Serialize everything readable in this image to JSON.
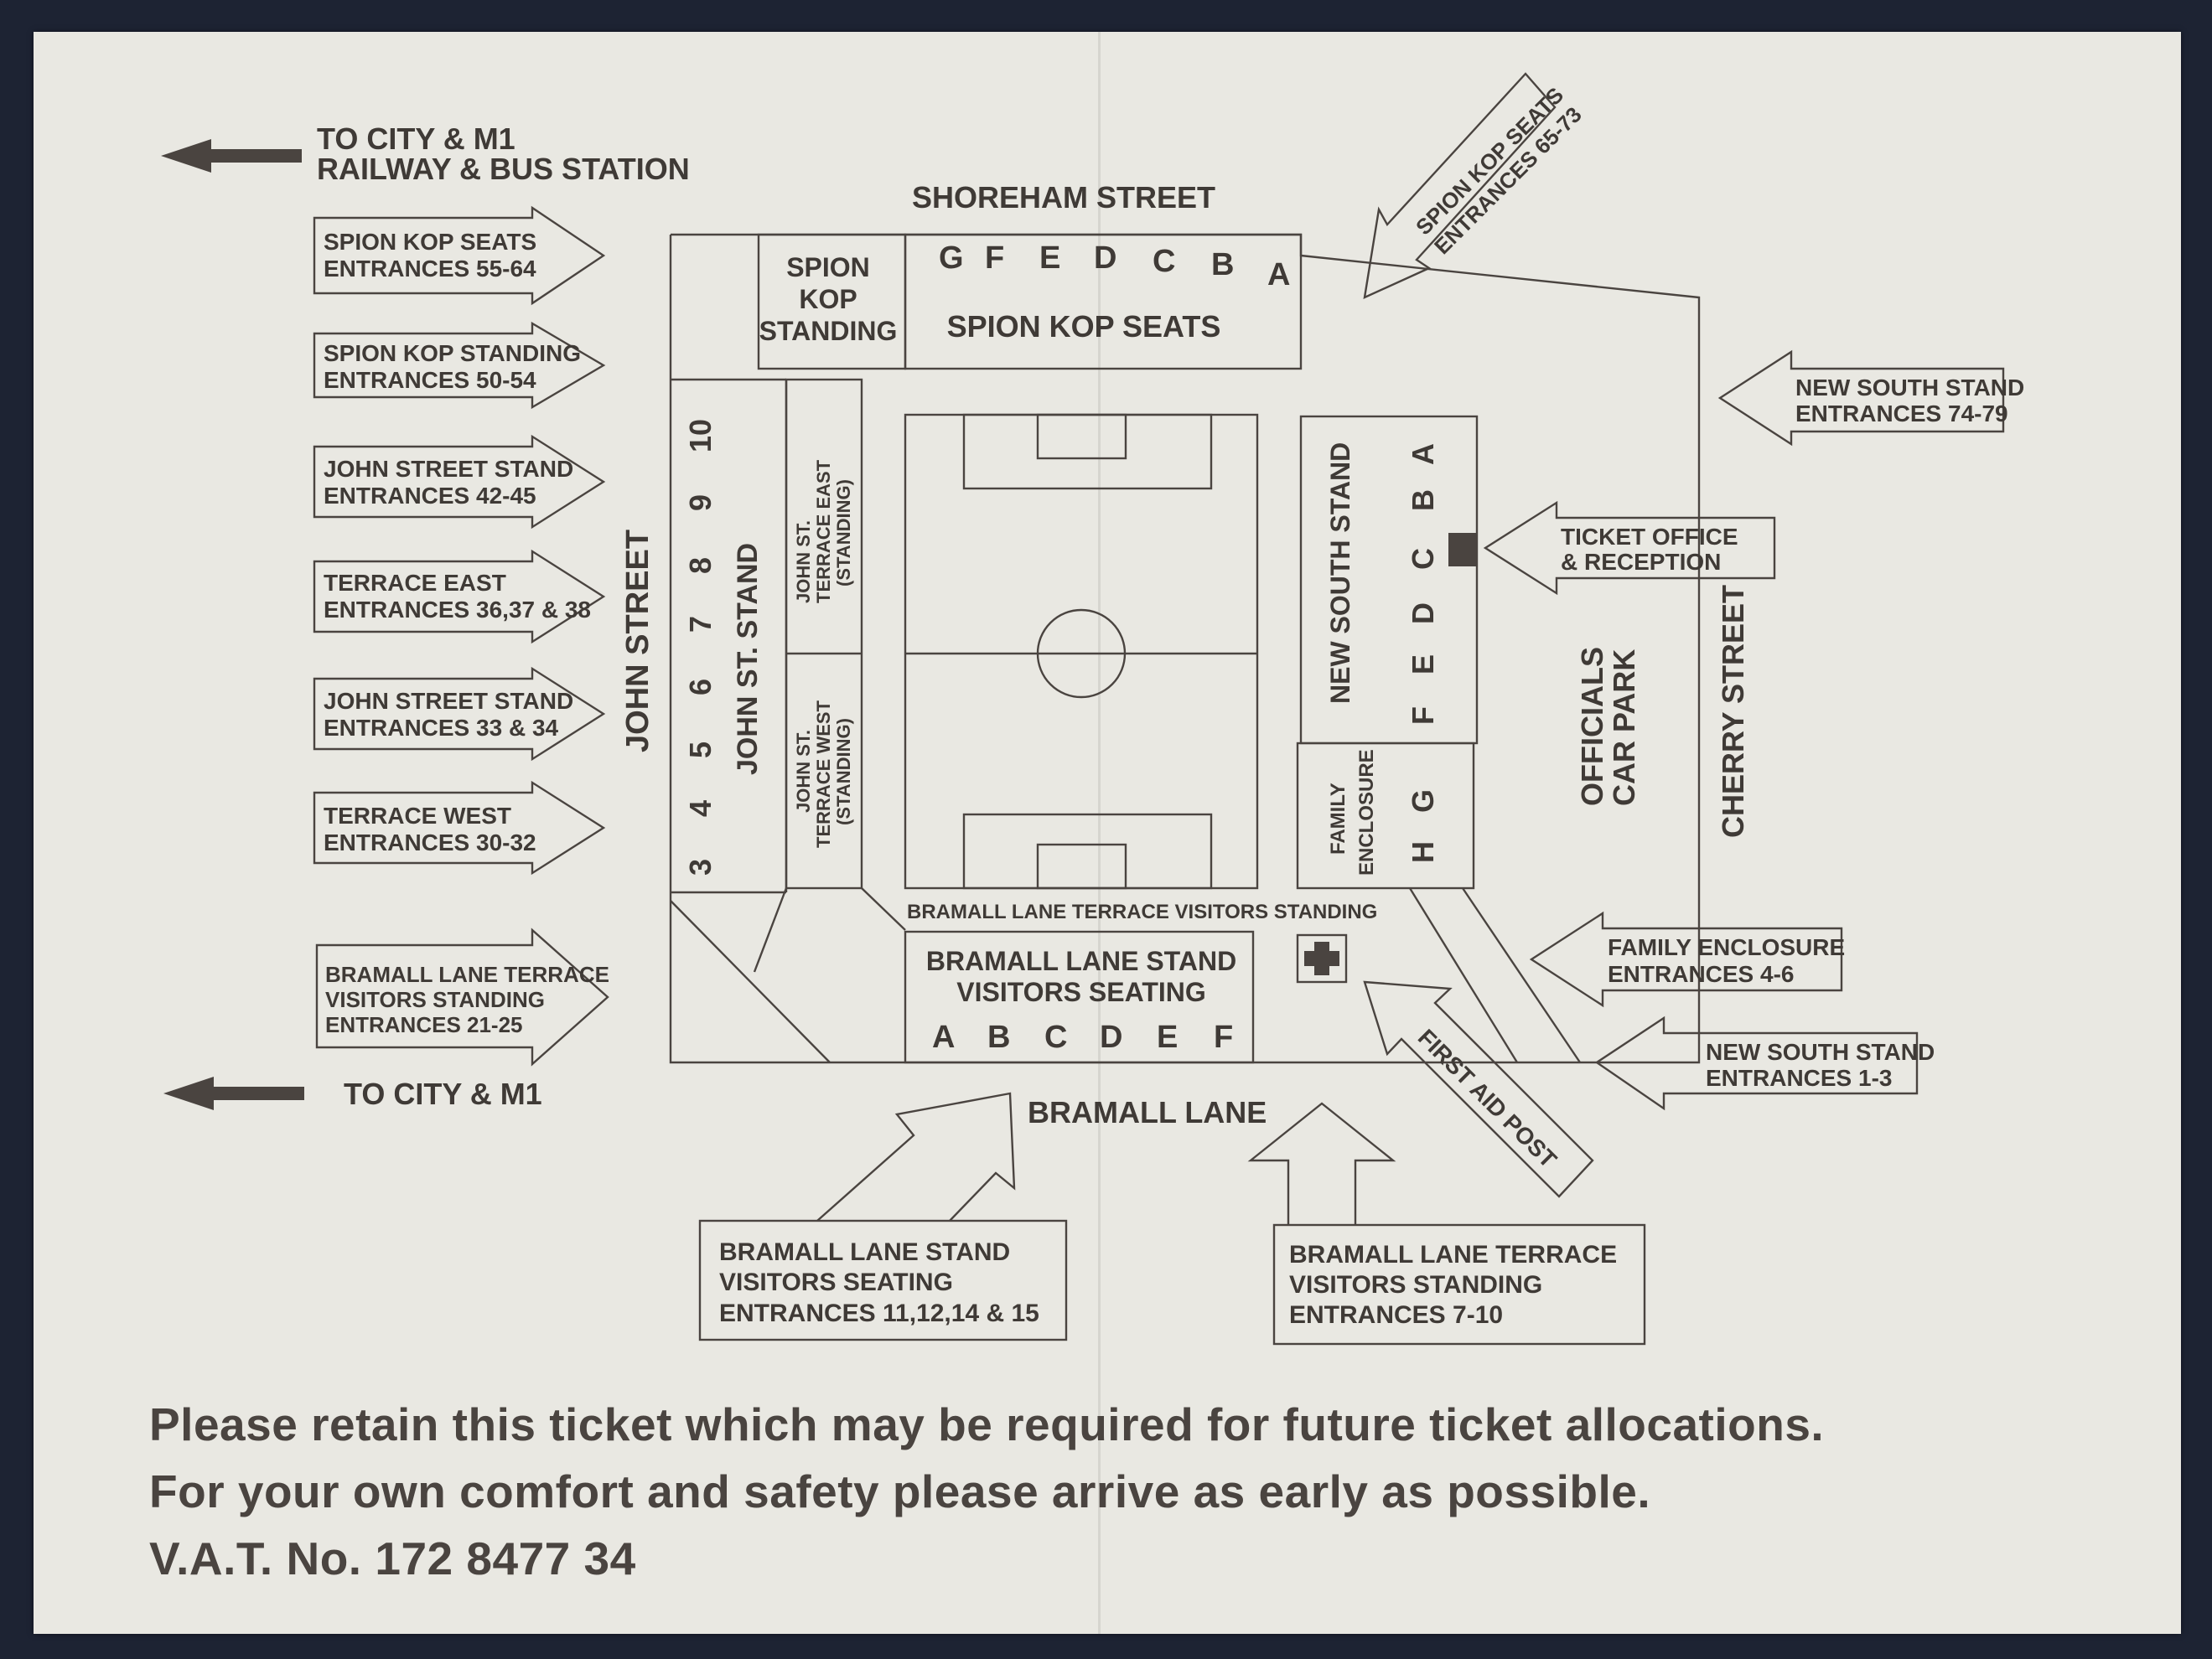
{
  "top_direction": {
    "line1": "TO CITY & M1",
    "line2": "RAILWAY & BUS STATION"
  },
  "bottom_direction": {
    "line1": "TO CITY & M1"
  },
  "streets": {
    "shoreham": "SHOREHAM STREET",
    "john": "JOHN STREET",
    "cherry": "CHERRY STREET",
    "bramall": "BRAMALL LANE"
  },
  "stands": {
    "spion_kop_standing": [
      "SPION",
      "KOP",
      "STANDING"
    ],
    "spion_kop_seats": "SPION KOP SEATS",
    "kop_blocks": [
      "G",
      "F",
      "E",
      "D",
      "C",
      "B",
      "A"
    ],
    "john_st_stand": "JOHN ST. STAND",
    "john_st_blocks": [
      "3",
      "4",
      "5",
      "6",
      "7",
      "8",
      "9",
      "10"
    ],
    "terrace_east": [
      "JOHN ST.",
      "TERRACE EAST",
      "(STANDING)"
    ],
    "terrace_west": [
      "JOHN ST.",
      "TERRACE WEST",
      "(STANDING)"
    ],
    "new_south_stand": "NEW SOUTH STAND",
    "south_blocks": [
      "A",
      "B",
      "C",
      "D",
      "E",
      "F"
    ],
    "family_enclosure": [
      "FAMILY",
      "ENCLOSURE"
    ],
    "family_blocks": [
      "G",
      "H"
    ],
    "officials_car_park": [
      "OFFICIALS",
      "CAR PARK"
    ],
    "visitors_standing_strip": "BRAMALL LANE TERRACE VISITORS STANDING",
    "bramall_stand": [
      "BRAMALL LANE STAND",
      "VISITORS SEATING"
    ],
    "bramall_blocks": [
      "A",
      "B",
      "C",
      "D",
      "E",
      "F"
    ]
  },
  "left_entrances": [
    {
      "lines": [
        "SPION KOP SEATS",
        "ENTRANCES 55-64"
      ]
    },
    {
      "lines": [
        "SPION KOP STANDING",
        "ENTRANCES 50-54"
      ]
    },
    {
      "lines": [
        "JOHN STREET STAND",
        "ENTRANCES 42-45"
      ]
    },
    {
      "lines": [
        "TERRACE EAST",
        "ENTRANCES 36,37 & 38"
      ]
    },
    {
      "lines": [
        "JOHN STREET STAND",
        "ENTRANCES 33 & 34"
      ]
    },
    {
      "lines": [
        "TERRACE WEST",
        "ENTRANCES 30-32"
      ]
    },
    {
      "lines": [
        "BRAMALL LANE TERRACE",
        "VISITORS STANDING",
        "ENTRANCES 21-25"
      ]
    }
  ],
  "right_entrances": {
    "kop_seats_diag": [
      "SPION KOP SEATS",
      "ENTRANCES 65-73"
    ],
    "new_south_74": [
      "NEW SOUTH STAND",
      "ENTRANCES 74-79"
    ],
    "ticket_office": [
      "TICKET OFFICE",
      "& RECEPTION"
    ],
    "family_4_6": [
      "FAMILY ENCLOSURE",
      "ENTRANCES 4-6"
    ],
    "new_south_1_3": [
      "NEW SOUTH STAND",
      "ENTRANCES 1-3"
    ],
    "first_aid": "FIRST AID POST"
  },
  "bottom_boxes": {
    "stand": [
      "BRAMALL LANE STAND",
      "VISITORS SEATING",
      "ENTRANCES 11,12,14 & 15"
    ],
    "terrace": [
      "BRAMALL LANE TERRACE",
      "VISITORS STANDING",
      "ENTRANCES 7-10"
    ]
  },
  "notices": {
    "line1": "Please retain this ticket which may be required for future ticket allocations.",
    "line2": "For your own comfort and safety please arrive as early as possible.",
    "vat": "V.A.T. No. 172 8477 34"
  },
  "colors": {
    "paper": "#e9e8e2",
    "ink": "#4a4440",
    "background": "#1d2333"
  }
}
